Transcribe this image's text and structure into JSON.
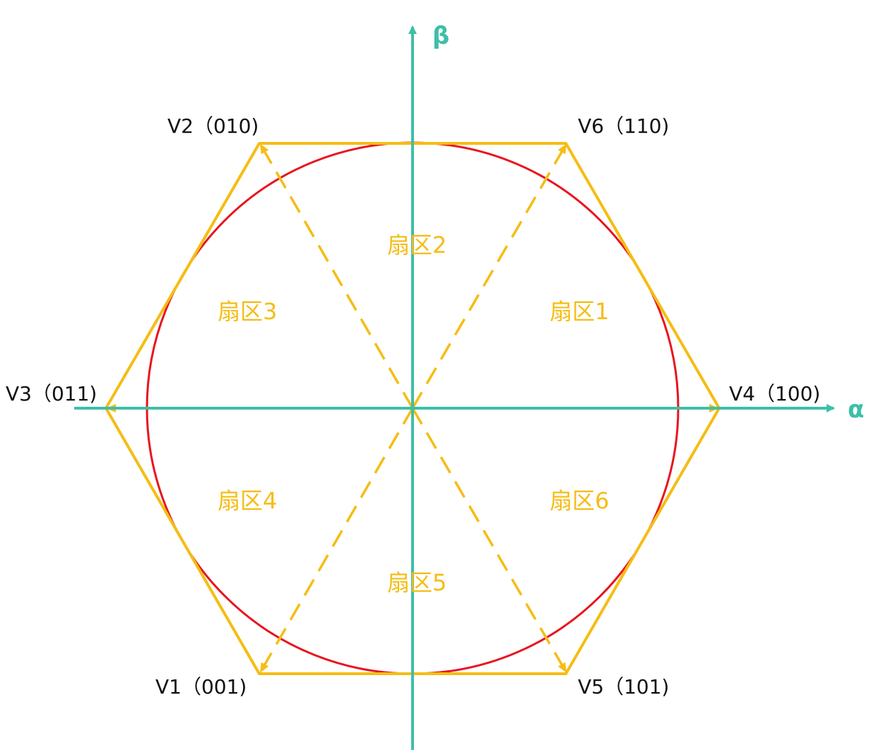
{
  "colors": {
    "axis": "#3dbfa8",
    "hexagon": "#f5bd14",
    "circle": "#e8141e",
    "vector_label": "#111111",
    "sector_label": "#f5bd14"
  },
  "axes": {
    "alpha": "α",
    "beta": "β"
  },
  "vectors": {
    "v1": "V1（001)",
    "v2": "V2（010)",
    "v3": "V3（011)",
    "v4": "V4（100)",
    "v5": "V5（101)",
    "v6": "V6（110)"
  },
  "sectors": {
    "s1": "扇区1",
    "s2": "扇区2",
    "s3": "扇区3",
    "s4": "扇区4",
    "s5": "扇区5",
    "s6": "扇区6"
  }
}
